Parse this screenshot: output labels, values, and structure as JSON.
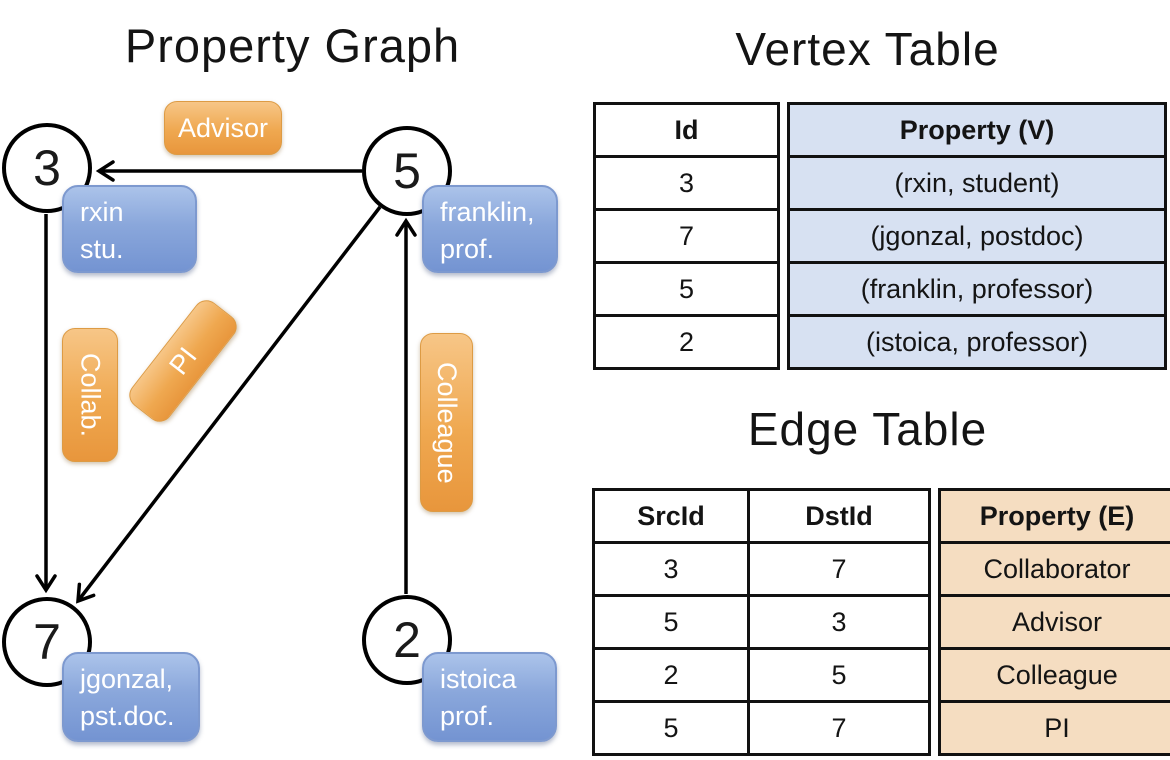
{
  "graph": {
    "title": "Property Graph",
    "vertices": [
      {
        "id": "3",
        "line1": "rxin",
        "line2": "stu."
      },
      {
        "id": "5",
        "line1": "franklin,",
        "line2": "prof."
      },
      {
        "id": "7",
        "line1": "jgonzal,",
        "line2": "pst.doc."
      },
      {
        "id": "2",
        "line1": "istoica",
        "line2": "prof."
      }
    ],
    "edges": [
      {
        "from": "5",
        "to": "3",
        "label": "Advisor"
      },
      {
        "from": "3",
        "to": "7",
        "label": "Collab."
      },
      {
        "from": "5",
        "to": "7",
        "label": "PI"
      },
      {
        "from": "2",
        "to": "5",
        "label": "Colleague"
      }
    ]
  },
  "vertex_table": {
    "title": "Vertex Table",
    "col_id": "Id",
    "col_property": "Property (V)",
    "rows": [
      {
        "id": "3",
        "property": "(rxin, student)"
      },
      {
        "id": "7",
        "property": "(jgonzal, postdoc)"
      },
      {
        "id": "5",
        "property": "(franklin, professor)"
      },
      {
        "id": "2",
        "property": "(istoica, professor)"
      }
    ]
  },
  "edge_table": {
    "title": "Edge Table",
    "col_src": "SrcId",
    "col_dst": "DstId",
    "col_property": "Property (E)",
    "rows": [
      {
        "src": "3",
        "dst": "7",
        "property": "Collaborator"
      },
      {
        "src": "5",
        "dst": "3",
        "property": "Advisor"
      },
      {
        "src": "2",
        "dst": "5",
        "property": "Colleague"
      },
      {
        "src": "5",
        "dst": "7",
        "property": "PI"
      }
    ]
  },
  "colors": {
    "edge_label_orange": "#EFA850",
    "vertex_box_blue": "#7E9CD6",
    "vertex_property_bg": "#D7E1F2",
    "edge_property_bg": "#F5DDC1",
    "line_black": "#000000"
  }
}
